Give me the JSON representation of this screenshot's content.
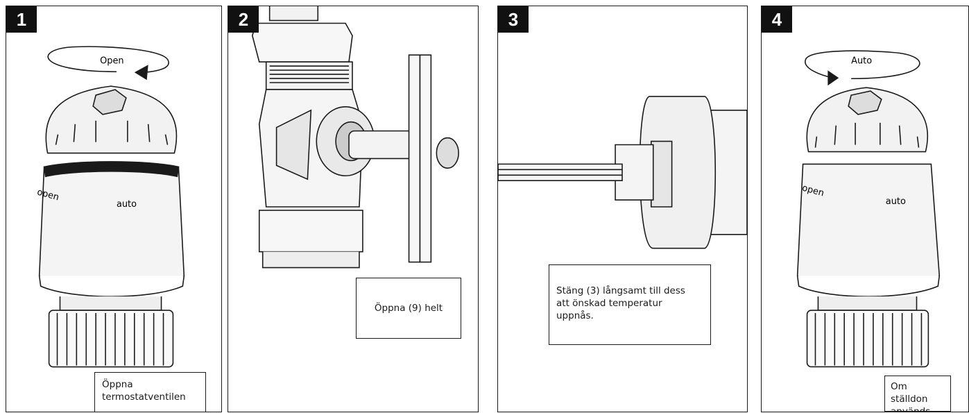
{
  "panels": [
    {
      "number": "1",
      "arrow_label": "Open",
      "dial_left": "open",
      "dial_right": "auto",
      "caption_lines": [
        "Öppna",
        "termostatventilen"
      ]
    },
    {
      "number": "2",
      "caption_lines": [
        "Öppna (9) helt"
      ]
    },
    {
      "number": "3",
      "caption_lines": [
        "Stäng (3) långsamt till dess",
        "att önskad temperatur",
        "uppnås."
      ]
    },
    {
      "number": "4",
      "arrow_label": "Auto",
      "dial_left": "open",
      "dial_right": "auto",
      "caption_lines": [
        "Om ställdon",
        "används"
      ]
    }
  ]
}
